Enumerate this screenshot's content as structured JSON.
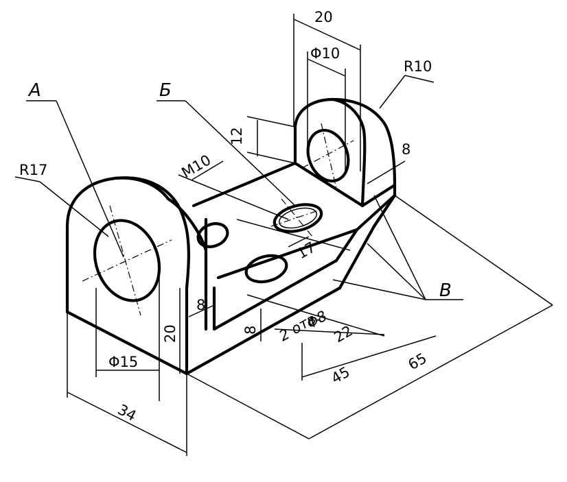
{
  "labels": {
    "A": "А",
    "B": "Б",
    "V": "В"
  },
  "dimensions": {
    "top_width": "20",
    "hole_dia_top": "Φ10",
    "radius_small": "R10",
    "thickness_right": "8",
    "height_12": "12",
    "thread": "M10",
    "radius_large": "R17",
    "hole_dia_left": "Φ15",
    "base_width": "34",
    "height_20": "20",
    "thickness_left": "8",
    "slot_17": "17",
    "base_thickness": "8",
    "holes_small": "Φ8",
    "holes_count": "2 отв.",
    "dist_22": "22",
    "dist_45": "45",
    "length_65": "65"
  }
}
